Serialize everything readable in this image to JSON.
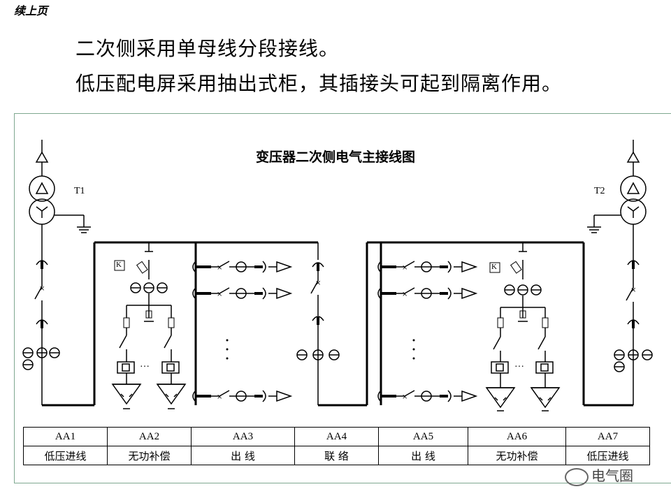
{
  "header": {
    "continued": "续上页",
    "line1": "二次侧采用单母线分段接线。",
    "line2": "低压配电屏采用抽出式柜，其插接头可起到隔离作用。"
  },
  "diagram": {
    "title": "变压器二次侧电气主接线图",
    "t1": "T1",
    "t2": "T2",
    "k_left": "K",
    "k_right": "K",
    "dots": "…"
  },
  "table": {
    "names": [
      "AA1",
      "AA2",
      "AA3",
      "AA4",
      "AA5",
      "AA6",
      "AA7"
    ],
    "functions": [
      "低压进线",
      "无功补偿",
      "出 线",
      "联 络",
      "出 线",
      "无功补偿",
      "低压进线"
    ]
  },
  "watermark": {
    "text": "电气圈"
  }
}
